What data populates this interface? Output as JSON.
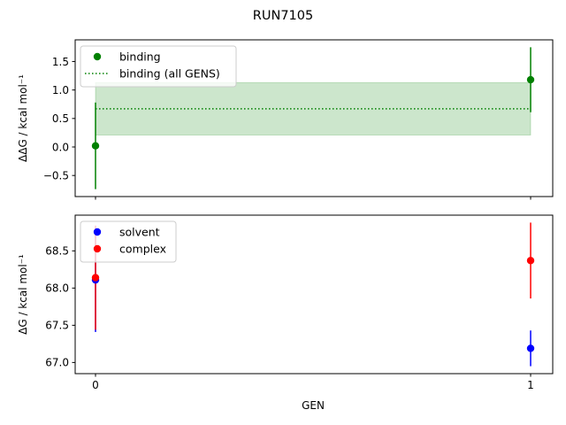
{
  "chart_data": {
    "title": "RUN7105",
    "xlabel": "GEN",
    "x_ticks": [
      0,
      1
    ],
    "panels": [
      {
        "type": "scatter",
        "ylabel": "ΔΔG / kcal mol⁻¹",
        "ylim": [
          -0.87,
          1.88
        ],
        "yticks": [
          -0.5,
          0.0,
          0.5,
          1.0,
          1.5
        ],
        "ytick_labels": [
          "−0.5",
          "0.0",
          "0.5",
          "1.0",
          "1.5"
        ],
        "legend": "top-left",
        "series": [
          {
            "name": "binding",
            "color": "#008000",
            "x": [
              0,
              1
            ],
            "y": [
              0.02,
              1.18
            ],
            "yerr": [
              0.76,
              0.57
            ]
          }
        ],
        "band": {
          "name": "binding (all GENS)",
          "color": "#008000",
          "value": 0.67,
          "err": 0.46
        }
      },
      {
        "type": "scatter",
        "ylabel": "ΔG / kcal mol⁻¹",
        "ylim": [
          66.85,
          68.98
        ],
        "yticks": [
          67.0,
          67.5,
          68.0,
          68.5
        ],
        "ytick_labels": [
          "67.0",
          "67.5",
          "68.0",
          "68.5"
        ],
        "legend": "top-left",
        "series": [
          {
            "name": "solvent",
            "color": "#0000ff",
            "x": [
              0,
              1
            ],
            "y": [
              68.11,
              67.19
            ],
            "yerr": [
              0.7,
              0.24
            ]
          },
          {
            "name": "complex",
            "color": "#ff0000",
            "x": [
              0,
              1
            ],
            "y": [
              68.14,
              68.37
            ],
            "yerr": [
              0.7,
              0.51
            ]
          }
        ]
      }
    ]
  }
}
